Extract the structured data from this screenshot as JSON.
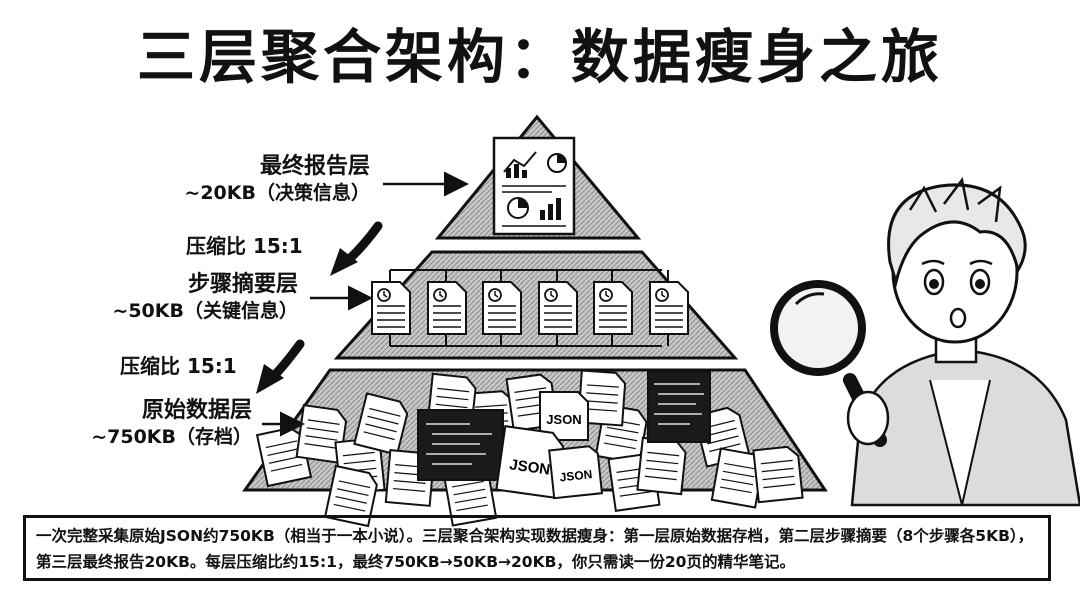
{
  "title": "三层聚合架构：数据瘦身之旅",
  "layers": {
    "top": {
      "name": "最终报告层",
      "size": "~20KB（决策信息）"
    },
    "middle": {
      "name": "步骤摘要层",
      "size": "~50KB（关键信息）"
    },
    "bottom": {
      "name": "原始数据层",
      "size": "~750KB（存档）"
    }
  },
  "ratios": {
    "upper": "压缩比 15:1",
    "lower": "压缩比 15:1"
  },
  "file_tags": {
    "json_1": "JSON",
    "json_2": "JSON",
    "json_3": "JSON"
  },
  "caption": "一次完整采集原始JSON约750KB（相当于一本小说）。三层聚合架构实现数据瘦身：第一层原始数据存档，第二层步骤摘要（8个步骤各5KB），第三层最终报告20KB。每层压缩比约15:1，最终750KB→50KB→20KB，你只需读一份20页的精华笔记。"
}
